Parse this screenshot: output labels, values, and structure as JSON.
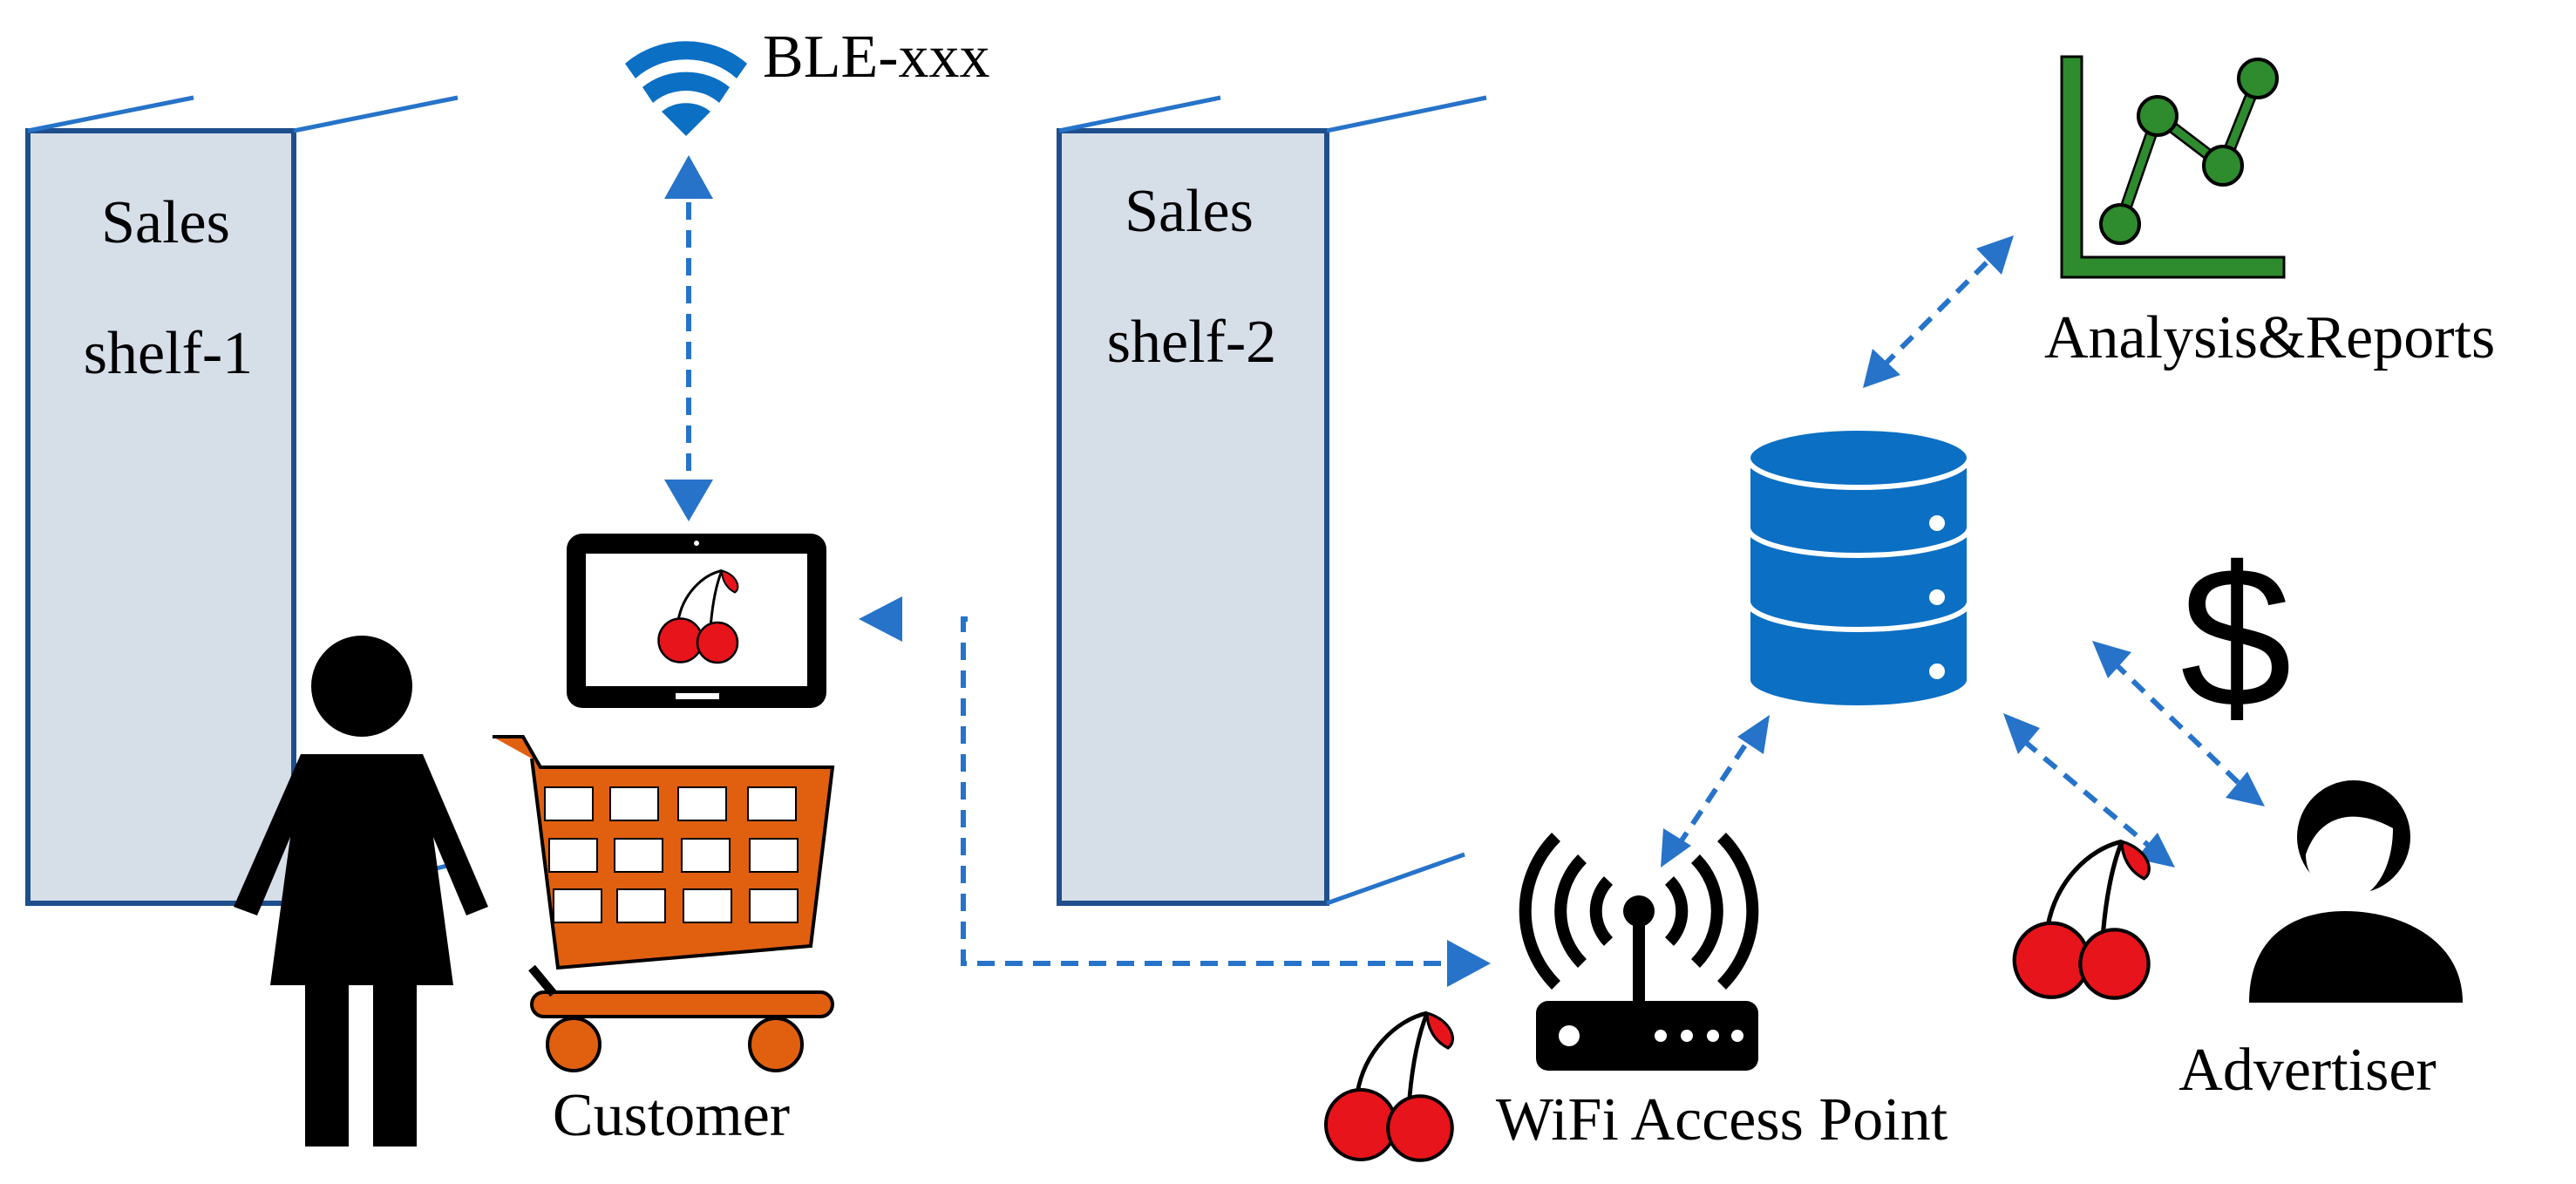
{
  "shelf1": {
    "line1": "Sales",
    "line2": "shelf-1"
  },
  "shelf2": {
    "line1": "Sales",
    "line2": "shelf-2"
  },
  "ble": {
    "label": "BLE-xxx",
    "icon": "ble-beacon-icon"
  },
  "customer": {
    "label": "Customer",
    "icons": [
      "woman-icon",
      "shopping-cart-icon",
      "tablet-icon"
    ]
  },
  "wifi": {
    "label": "WiFi Access Point",
    "icon": "wifi-router-icon"
  },
  "database": {
    "icon": "database-icon"
  },
  "analysis": {
    "label": "Analysis&Reports",
    "icon": "line-chart-icon"
  },
  "payment": {
    "symbol": "$"
  },
  "advertiser": {
    "label": "Advertiser",
    "icon": "person-icon"
  },
  "ad_icon": "cherry-icon",
  "colors": {
    "shelf_fill": "#D6DEE8",
    "shelf_stroke": "#1F4E8C",
    "arrow_blue": "#2673C9",
    "database_blue": "#0B6FC4",
    "cart_orange": "#E06010",
    "chart_green": "#2E8B2E",
    "cherry_red": "#E8141B"
  }
}
